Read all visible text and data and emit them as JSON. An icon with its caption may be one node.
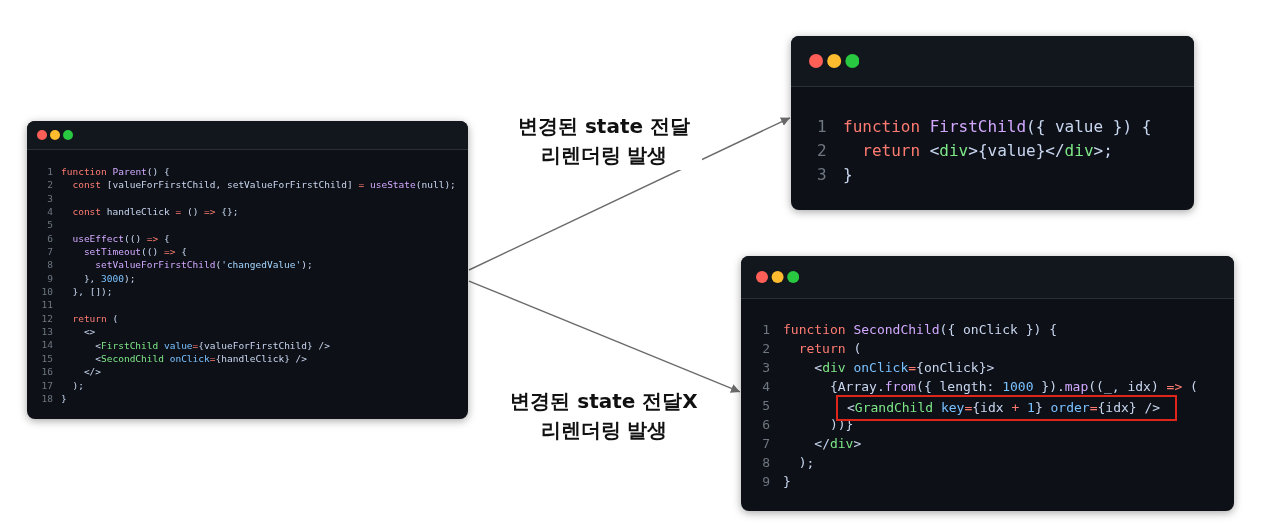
{
  "diagram": {
    "nodes": [
      {
        "text": [
          "1 2 3 4 5 6 7 8 9 10 11 12 13 14 15 16 17 18",
          "function Parent() {",
          "const [valueForFirstChild, setValueForFirstChild] = useState(null);",
          "const handleClick = () => {};",
          "useEffect(() => {",
          "setTimeout(() => {",
          "setValueForFirstChild('changedValue');",
          "}, 3000);",
          "}, []);",
          "return (",
          "<>",
          "<FirstChild value={valueForFirstChild} />",
          "<SecondChild onClick={handleClick} />",
          "</>",
          ");",
          "}"
        ]
      },
      {
        "text": [
          "1 2 3",
          "function FirstChild({ value }) {",
          "return <div>{value}</div>;",
          "}"
        ]
      },
      {
        "text": [
          "1 2 3 4 5 6 7 8 9",
          "function SecondChild({ onClick }) {",
          "return (",
          "<div onClick={onClick}>",
          "{Array.from({ length: 1000 }).map((_, idx) => (",
          "))}",
          "</div>",
          ");",
          "}"
        ]
      },
      {
        "text": [
          "<GrandChild key={idx + 1} order={idx} />"
        ],
        "in": 2
      }
    ],
    "edges": [
      {
        "from": 0,
        "to": 1,
        "arrow": "to",
        "label": "변경된 state 전달 리렌더링 발생"
      },
      {
        "from": 0,
        "to": 2,
        "arrow": "to",
        "label": "변경된 state 전달X 리렌더링 발생"
      }
    ]
  }
}
